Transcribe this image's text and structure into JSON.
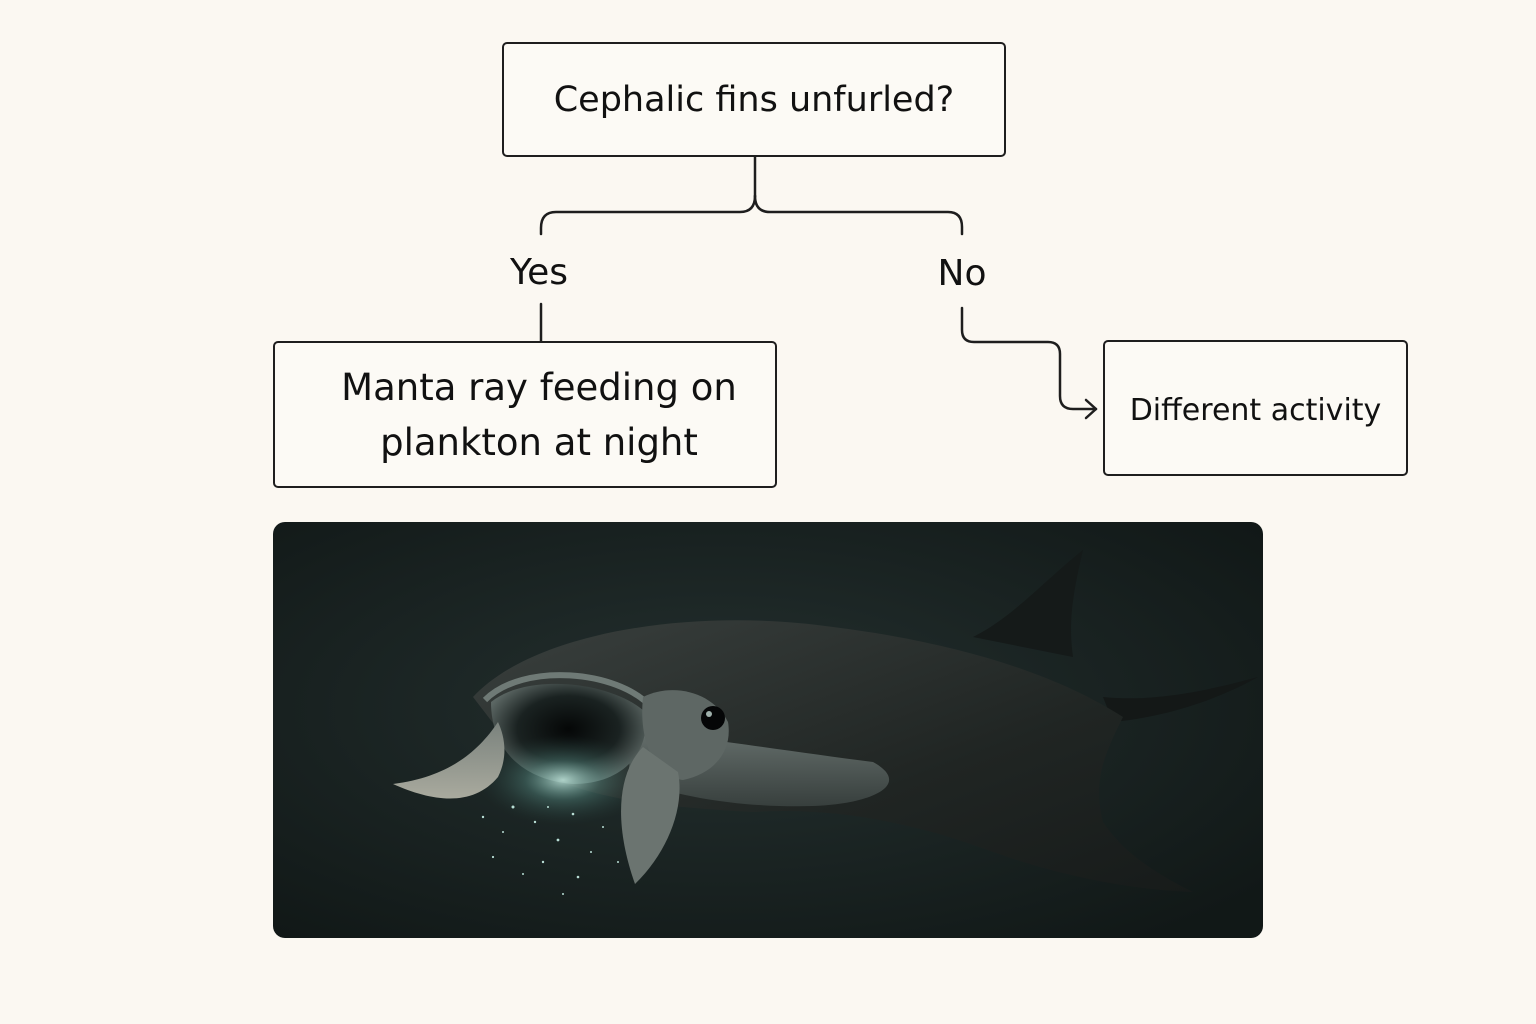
{
  "diagram": {
    "question": "Cephalic fins unfurled?",
    "yes_label": "Yes",
    "no_label": "No",
    "yes_outcome_line1": "Manta ray feeding on",
    "yes_outcome_line2": "plankton at night",
    "no_outcome": "Different activity"
  },
  "colors": {
    "background": "#fbf8f2",
    "stroke": "#1e1e1e",
    "photo_background": "#17201f"
  }
}
